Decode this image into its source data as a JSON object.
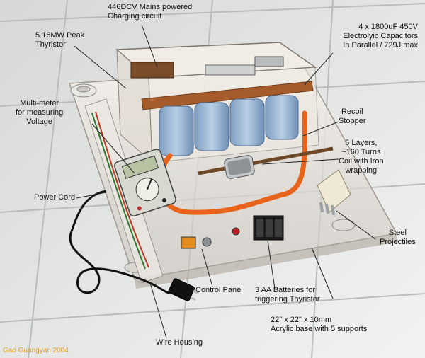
{
  "photo": {
    "subject": "coilgun-prototype-photo",
    "credit": "Gao Guangyan 2004"
  },
  "labels": {
    "charging_line1": "446DCV Mains powered",
    "charging_line2": "Charging circuit",
    "thyristor_line1": "5.16MW Peak",
    "thyristor_line2": "Thyristor",
    "capacitors_line1": "4 x 1800uF 450V",
    "capacitors_line2": "Electrolyic Capacitors",
    "capacitors_line3": "In Parallel / 729J max",
    "multimeter_line1": "Multi-meter",
    "multimeter_line2": "for  measuring",
    "multimeter_line3": "Voltage",
    "recoil_line1": "Recoil",
    "recoil_line2": "Stopper",
    "coil_line1": "5 Layers,",
    "coil_line2": "~160 Turns",
    "coil_line3": "Coil with Iron",
    "coil_line4": "wrapping",
    "power_cord": "Power Cord",
    "projectiles_line1": "Steel",
    "projectiles_line2": "Projectiles",
    "control_panel": "Control Panel",
    "batteries_line1": "3 AA Batteries for",
    "batteries_line2": "triggering Thyristor",
    "base_line1": "22\" x 22\" x 10mm",
    "base_line2": "Acrylic base with 5 supports",
    "wire_housing": "Wire Housing"
  }
}
